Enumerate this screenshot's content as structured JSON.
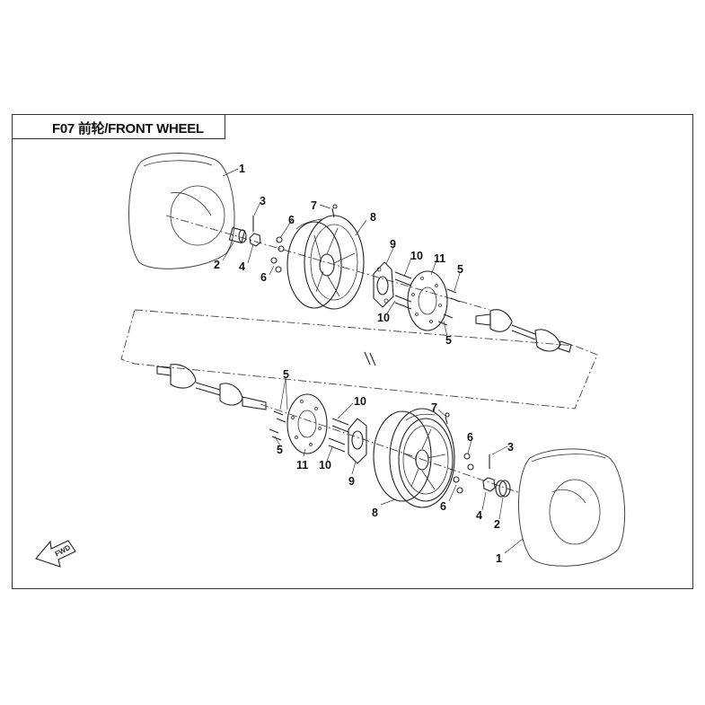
{
  "header": {
    "title": "F07  前轮/FRONT WHEEL"
  },
  "labels": {
    "upper": [
      "1",
      "2",
      "3",
      "4",
      "6",
      "6",
      "7",
      "8",
      "9",
      "10",
      "10",
      "11",
      "5",
      "5"
    ],
    "lower": [
      "5",
      "5",
      "10",
      "10",
      "11",
      "9",
      "7",
      "8",
      "6",
      "6",
      "3",
      "4",
      "2",
      "1"
    ]
  },
  "direction_arrow": {
    "label": "FWD",
    "icon": "fwd-arrow-icon"
  },
  "colors": {
    "line": "#333333",
    "background": "#ffffff"
  }
}
